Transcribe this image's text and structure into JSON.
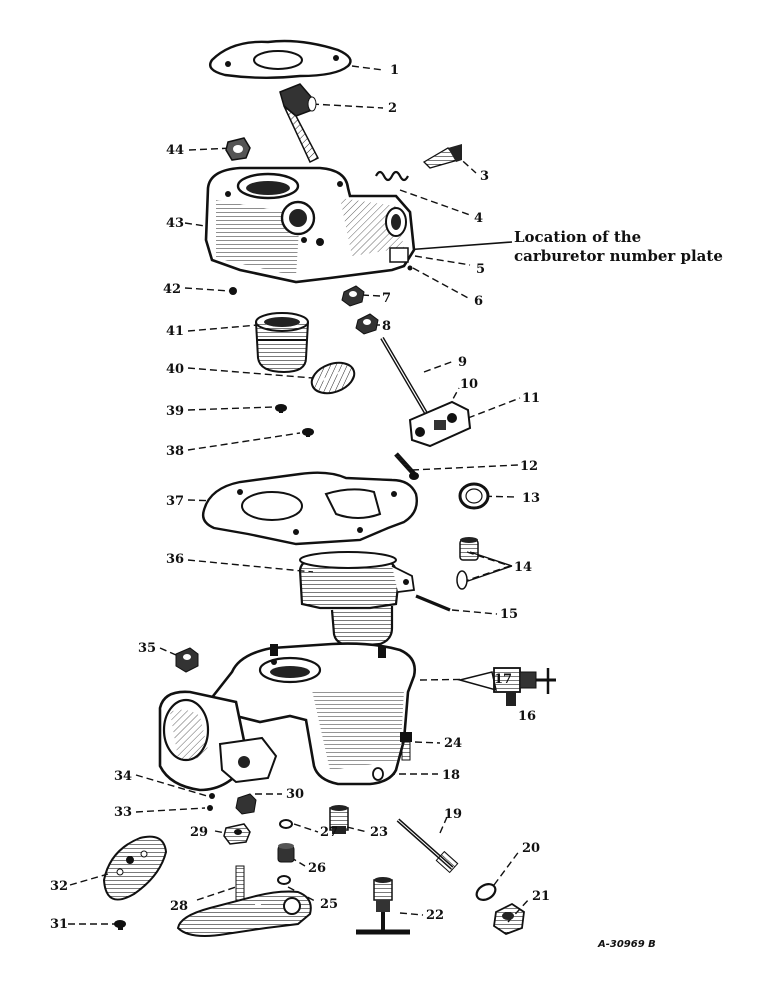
{
  "callout": {
    "line1": "Location of the",
    "line2": "carburetor number plate"
  },
  "plate_number": "A-30969 B",
  "part_numbers": [
    "1",
    "2",
    "3",
    "4",
    "5",
    "6",
    "7",
    "8",
    "9",
    "10",
    "11",
    "12",
    "13",
    "14",
    "15",
    "16",
    "17",
    "18",
    "19",
    "20",
    "21",
    "22",
    "23",
    "24",
    "25",
    "26",
    "27",
    "28",
    "29",
    "30",
    "31",
    "32",
    "33",
    "34",
    "35",
    "36",
    "37",
    "38",
    "39",
    "40",
    "41",
    "42",
    "43",
    "44"
  ]
}
